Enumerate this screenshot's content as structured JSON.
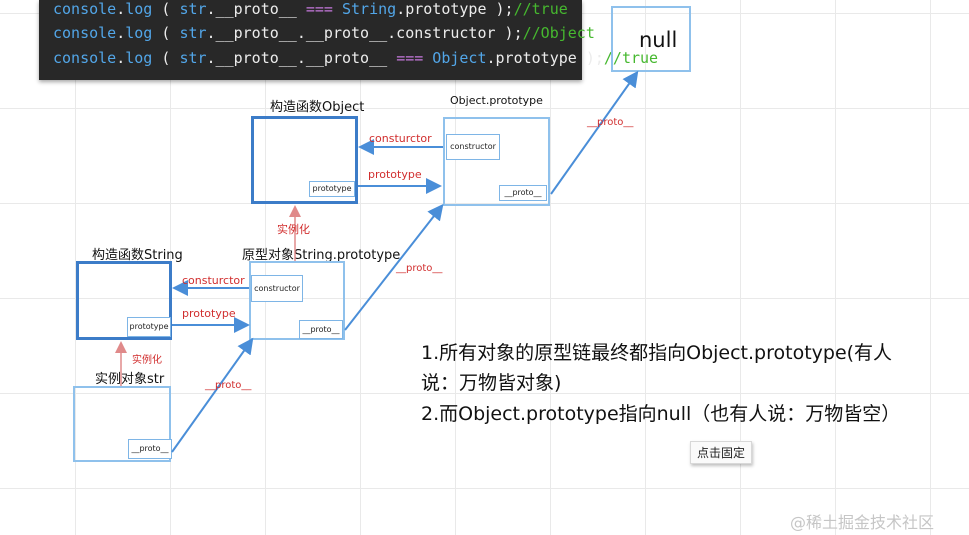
{
  "code_lines": [
    {
      "obj": "console",
      "dot": ".",
      "fn": "log",
      "open": " ( ",
      "arg1": "str",
      "rest": ".__proto__ ",
      "op": "===",
      "ref": " String",
      ".proto": ".prototype );",
      "comment": "//true"
    },
    {
      "obj": "console",
      "dot": ".",
      "fn": "log",
      "open": " ( ",
      "arg1": "str",
      "rest": ".__proto__.__proto__.constructor );",
      "op": "",
      "ref": "",
      ".proto": "",
      "comment": "//Object"
    },
    {
      "obj": "console",
      "dot": ".",
      "fn": "log",
      "open": " ( ",
      "arg1": "str",
      "rest": ".__proto__.__proto__ ",
      "op": "===",
      "ref": " Object",
      ".proto": ".prototype );",
      "comment": "//true"
    }
  ],
  "nodes": {
    "null_label": "null",
    "object_ctor_title": "构造函数Object",
    "object_proto_title": "Object.prototype",
    "string_ctor_title": "构造函数String",
    "string_proto_title": "原型对象String.prototype",
    "instance_title": "实例对象str",
    "prototype_tag": "prototype",
    "constructor_tag": "constructor",
    "proto_tag": "__proto__"
  },
  "arrow_labels": {
    "consturctor_top": "consturctor",
    "prototype_top": "prototype",
    "consturctor_mid": "consturctor",
    "prototype_mid": "prototype",
    "instantiate_top": "实例化",
    "instantiate_bottom": "实例化",
    "proto_1": "__proto__",
    "proto_2": "__proto__",
    "proto_3": "__proto__"
  },
  "notes": [
    "1.所有对象的原型链最终都指向Object.prototype(有人",
    "说：万物皆对象)",
    "2.而Object.prototype指向null（也有人说：万物皆空）"
  ],
  "pin_button": "点击固定",
  "watermark": "@稀土掘金技术社区",
  "colors": {
    "code_bg": "#282828",
    "keyword_blue": "#52a6e8",
    "comment_green": "#46b82f",
    "box_blue": "#3c7cc8",
    "arrow_blue": "#4a8ed8",
    "arrow_red": "#d12e2e"
  }
}
